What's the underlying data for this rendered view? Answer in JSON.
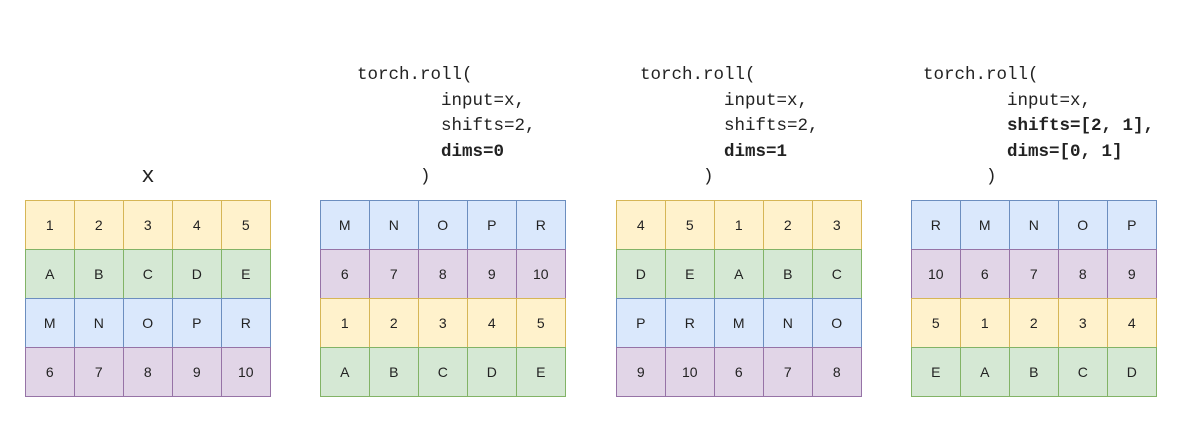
{
  "x_label": "x",
  "panels": [
    {
      "code": [],
      "rows": [
        {
          "color": "yellow",
          "cells": [
            "1",
            "2",
            "3",
            "4",
            "5"
          ]
        },
        {
          "color": "green",
          "cells": [
            "A",
            "B",
            "C",
            "D",
            "E"
          ]
        },
        {
          "color": "blue",
          "cells": [
            "M",
            "N",
            "O",
            "P",
            "R"
          ]
        },
        {
          "color": "purple",
          "cells": [
            "6",
            "7",
            "8",
            "9",
            "10"
          ]
        }
      ]
    },
    {
      "code": [
        {
          "text": "torch.roll(",
          "bold": false
        },
        {
          "text": "        input=x,",
          "bold": false
        },
        {
          "text": "        shifts=2,",
          "bold": false
        },
        {
          "text": "        dims=0",
          "bold": true
        },
        {
          "text": "      )",
          "bold": false
        }
      ],
      "rows": [
        {
          "color": "blue",
          "cells": [
            "M",
            "N",
            "O",
            "P",
            "R"
          ]
        },
        {
          "color": "purple",
          "cells": [
            "6",
            "7",
            "8",
            "9",
            "10"
          ]
        },
        {
          "color": "yellow",
          "cells": [
            "1",
            "2",
            "3",
            "4",
            "5"
          ]
        },
        {
          "color": "green",
          "cells": [
            "A",
            "B",
            "C",
            "D",
            "E"
          ]
        }
      ]
    },
    {
      "code": [
        {
          "text": "torch.roll(",
          "bold": false
        },
        {
          "text": "        input=x,",
          "bold": false
        },
        {
          "text": "        shifts=2,",
          "bold": false
        },
        {
          "text": "        dims=1",
          "bold": true
        },
        {
          "text": "      )",
          "bold": false
        }
      ],
      "rows": [
        {
          "color": "yellow",
          "cells": [
            "4",
            "5",
            "1",
            "2",
            "3"
          ]
        },
        {
          "color": "green",
          "cells": [
            "D",
            "E",
            "A",
            "B",
            "C"
          ]
        },
        {
          "color": "blue",
          "cells": [
            "P",
            "R",
            "M",
            "N",
            "O"
          ]
        },
        {
          "color": "purple",
          "cells": [
            "9",
            "10",
            "6",
            "7",
            "8"
          ]
        }
      ]
    },
    {
      "code": [
        {
          "text": "torch.roll(",
          "bold": false
        },
        {
          "text": "        input=x,",
          "bold": false
        },
        {
          "text": "        shifts=[2, 1],",
          "bold": true
        },
        {
          "text": "        dims=[0, 1]",
          "bold": true
        },
        {
          "text": "      )",
          "bold": false
        }
      ],
      "rows": [
        {
          "color": "blue",
          "cells": [
            "R",
            "M",
            "N",
            "O",
            "P"
          ]
        },
        {
          "color": "purple",
          "cells": [
            "10",
            "6",
            "7",
            "8",
            "9"
          ]
        },
        {
          "color": "yellow",
          "cells": [
            "5",
            "1",
            "2",
            "3",
            "4"
          ]
        },
        {
          "color": "green",
          "cells": [
            "E",
            "A",
            "B",
            "C",
            "D"
          ]
        }
      ]
    }
  ]
}
